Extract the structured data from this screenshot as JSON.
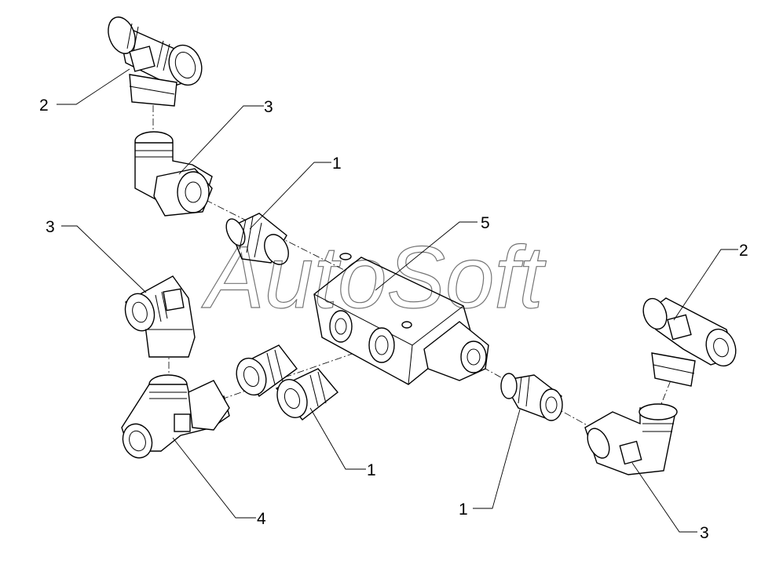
{
  "watermark": "AutoSoft",
  "callouts": {
    "tee_top_left": "2",
    "elbow_upper_left": "3",
    "adapter_upper": "1",
    "block": "5",
    "elbow_mid_left": "3",
    "tee_right": "2",
    "adapter_lower_mid": "1",
    "adapter_right": "1",
    "tee_bottom_left": "4",
    "elbow_bottom_right": "3"
  }
}
